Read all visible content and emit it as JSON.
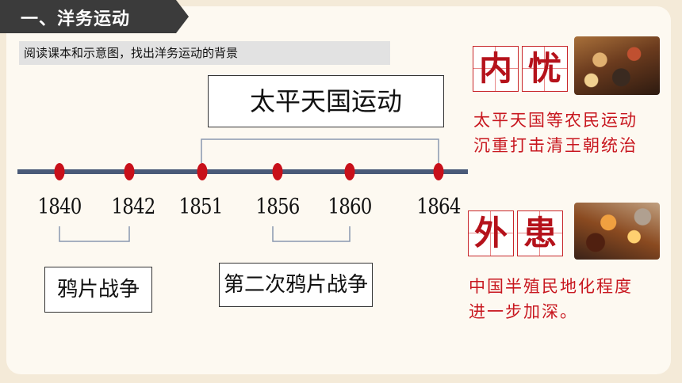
{
  "header": {
    "title": "一、洋务运动"
  },
  "instruction": "阅读课本和示意图，找出洋务运动的背景",
  "timeline": {
    "years": [
      "1840",
      "1842",
      "1851",
      "1856",
      "1860",
      "1864"
    ],
    "events": {
      "taiping": "太平天国运动",
      "opium_war_1": "鸦片战争",
      "opium_war_2": "第二次鸦片战争"
    },
    "colors": {
      "line": "#4a5a78",
      "dot": "#c8101a",
      "bracket": "#8a97b0"
    }
  },
  "internal": {
    "chars": [
      "内",
      "忧"
    ],
    "line1": "太平天国等农民运动",
    "line2": "沉重打击清王朝统治"
  },
  "external": {
    "chars": [
      "外",
      "患"
    ],
    "line1": "中国半殖民地化程度",
    "line2": "进一步加深。"
  }
}
